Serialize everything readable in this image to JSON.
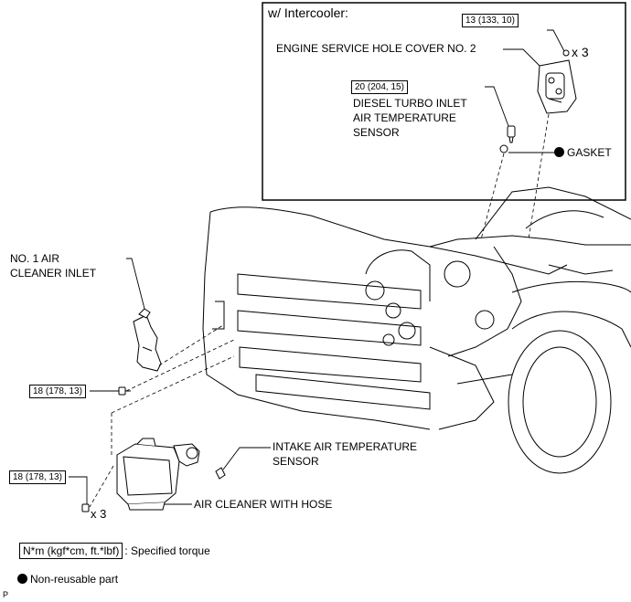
{
  "inset": {
    "title": "w/ Intercooler:",
    "torque_cover": "13 (133, 10)",
    "cover_qty": "x 3",
    "cover_label": "ENGINE SERVICE HOLE COVER NO. 2",
    "torque_sensor": "20 (204, 15)",
    "sensor_label": [
      "DIESEL TURBO INLET",
      "AIR TEMPERATURE",
      "SENSOR"
    ],
    "gasket_label": "GASKET"
  },
  "main": {
    "inlet_label": [
      "NO. 1 AIR",
      "CLEANER INLET"
    ],
    "torque_inlet": "18 (178, 13)",
    "intake_sensor_label": [
      "INTAKE AIR TEMPERATURE",
      "SENSOR"
    ],
    "torque_cleaner": "18 (178, 13)",
    "cleaner_qty": "x 3",
    "cleaner_label": "AIR CLEANER WITH HOSE"
  },
  "legend": {
    "torque_unit": "N*m (kgf*cm, ft.*lbf)",
    "torque_text": ": Specified torque",
    "nonreusable_text": "Non-reusable part"
  },
  "corner_mark": "P"
}
